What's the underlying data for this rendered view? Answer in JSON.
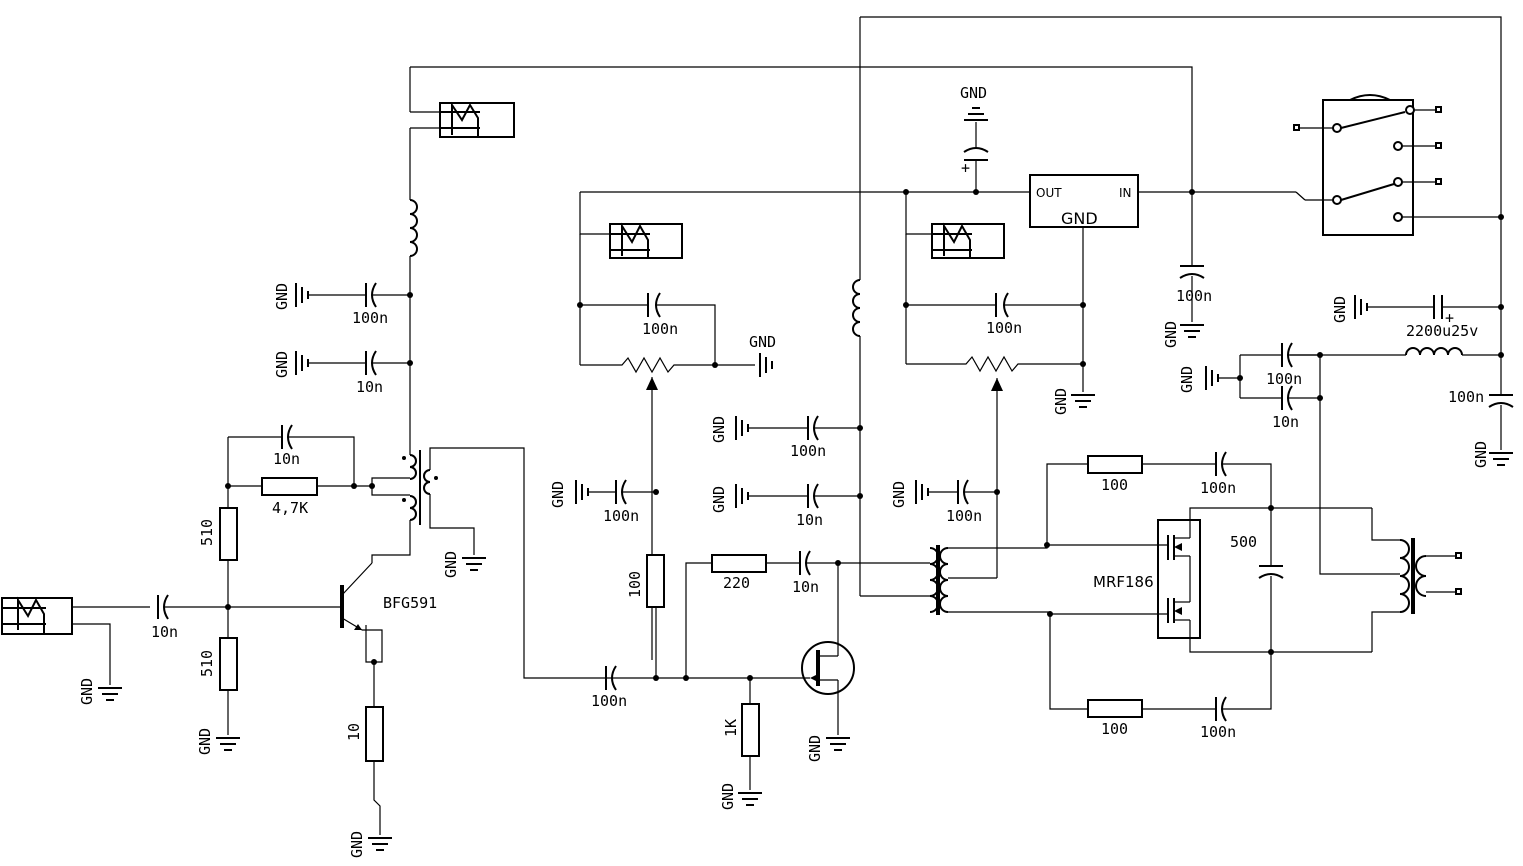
{
  "labels": {
    "gnd": "GND",
    "c_100n": "100n",
    "c_10n": "10n",
    "r_4k7": "4,7K",
    "r_510": "510",
    "r_10": "10",
    "r_100": "100",
    "r_220": "220",
    "r_1k": "1K",
    "q1": "BFG591",
    "q_mosfet": "MRF186",
    "c_500": "500",
    "c_2200u": "2200u25v",
    "reg_out": "OUT",
    "reg_in": "IN",
    "reg_gnd": "GND",
    "plus": "+"
  }
}
